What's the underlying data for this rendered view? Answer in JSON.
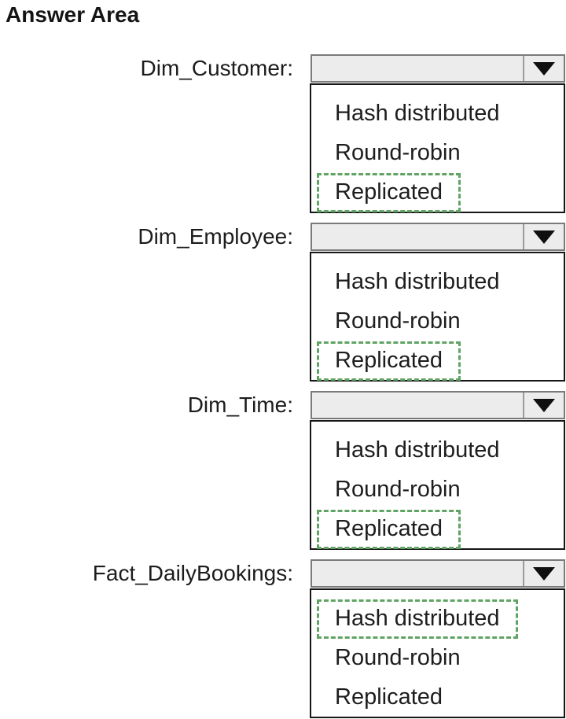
{
  "title": "Answer Area",
  "highlight_color": "#5fa463",
  "dropdown_fill_color": "#ececec",
  "groups": [
    {
      "label": "Dim_Customer:",
      "value": "",
      "options": [
        "Hash distributed",
        "Round-robin",
        "Replicated"
      ],
      "highlighted_index": 2,
      "highlighted_option": "Replicated"
    },
    {
      "label": "Dim_Employee:",
      "value": "",
      "options": [
        "Hash distributed",
        "Round-robin",
        "Replicated"
      ],
      "highlighted_index": 2,
      "highlighted_option": "Replicated"
    },
    {
      "label": "Dim_Time:",
      "value": "",
      "options": [
        "Hash distributed",
        "Round-robin",
        "Replicated"
      ],
      "highlighted_index": 2,
      "highlighted_option": "Replicated"
    },
    {
      "label": "Fact_DailyBookings:",
      "value": "",
      "options": [
        "Hash distributed",
        "Round-robin",
        "Replicated"
      ],
      "highlighted_index": 0,
      "highlighted_option": "Hash distributed"
    }
  ]
}
